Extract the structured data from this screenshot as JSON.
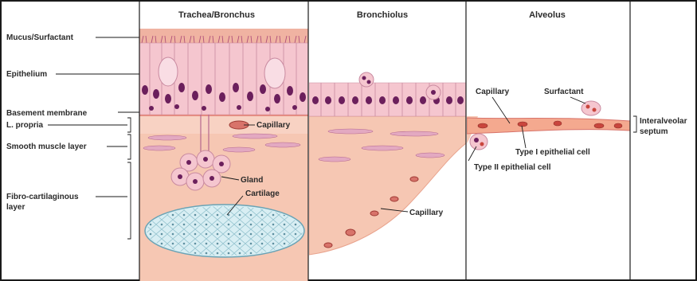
{
  "columns": {
    "trachea": "Trachea/Bronchus",
    "bronchiolus": "Bronchiolus",
    "alveolus": "Alveolus"
  },
  "left_labels": {
    "mucus": "Mucus/Surfactant",
    "epithelium": "Epithelium",
    "basement": "Basement membrane",
    "propria": "L. propria",
    "smooth_muscle": "Smooth muscle layer",
    "fibro_line1": "Fibro-cartilaginous",
    "fibro_line2": "layer"
  },
  "inner_labels": {
    "capillary_trachea": "Capillary",
    "gland": "Gland",
    "cartilage": "Cartilage",
    "capillary_bronchiolus": "Capillary",
    "capillary_alveolus": "Capillary",
    "surfactant": "Surfactant",
    "type1": "Type I epithelial cell",
    "type2": "Type II epithelial cell"
  },
  "right_labels": {
    "septum_line1": "Interalveolar",
    "septum_line2": "septum"
  },
  "colors": {
    "tissue": "#f6c7b3",
    "tissue_dark": "#e9a38d",
    "mucus": "#f2b7a6",
    "epithelium": "#f3c2cd",
    "nucleus": "#6b1f5c",
    "cartilage": "#cfe8ee",
    "cartilage_line": "#7fb3c2",
    "capillary": "#c9463d",
    "border": "#1a1a1a"
  }
}
